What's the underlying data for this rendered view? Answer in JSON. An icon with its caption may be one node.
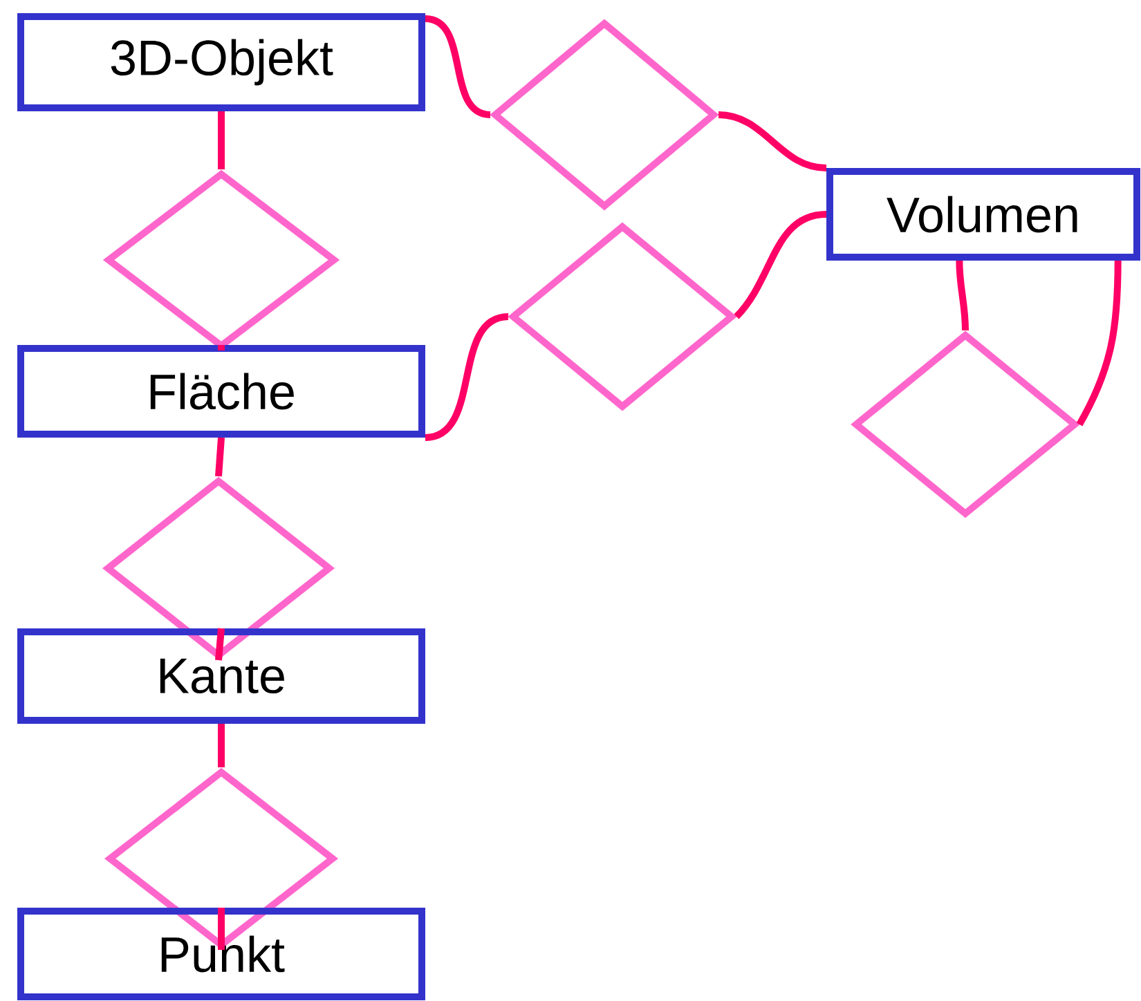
{
  "diagram": {
    "nodes": [
      {
        "text": [
          "3D-Objekt"
        ]
      },
      {
        "text": [],
        "shape": "diamond"
      },
      {
        "text": [
          "Volumen"
        ]
      },
      {
        "text": [],
        "shape": "diamond"
      },
      {
        "text": [],
        "shape": "diamond"
      },
      {
        "text": [
          "Fläche"
        ]
      },
      {
        "text": [],
        "shape": "diamond"
      },
      {
        "text": [],
        "shape": "diamond"
      },
      {
        "text": [
          "Kante"
        ]
      },
      {
        "text": [],
        "shape": "diamond"
      },
      {
        "text": [
          "Punkt"
        ]
      }
    ],
    "edges": [
      {
        "from": 0,
        "to": 1,
        "arrow": "none"
      },
      {
        "from": 1,
        "to": 2,
        "arrow": "none"
      },
      {
        "from": 0,
        "to": 3,
        "arrow": "none"
      },
      {
        "from": 3,
        "to": 5,
        "arrow": "none"
      },
      {
        "from": 5,
        "to": 4,
        "arrow": "none"
      },
      {
        "from": 4,
        "to": 2,
        "arrow": "none"
      },
      {
        "from": 2,
        "to": 6,
        "arrow": "none"
      },
      {
        "from": 2,
        "to": 6,
        "arrow": "none"
      },
      {
        "from": 5,
        "to": 7,
        "arrow": "none"
      },
      {
        "from": 7,
        "to": 8,
        "arrow": "none"
      },
      {
        "from": 8,
        "to": 9,
        "arrow": "none"
      },
      {
        "from": 9,
        "to": 10,
        "arrow": "none"
      }
    ]
  }
}
